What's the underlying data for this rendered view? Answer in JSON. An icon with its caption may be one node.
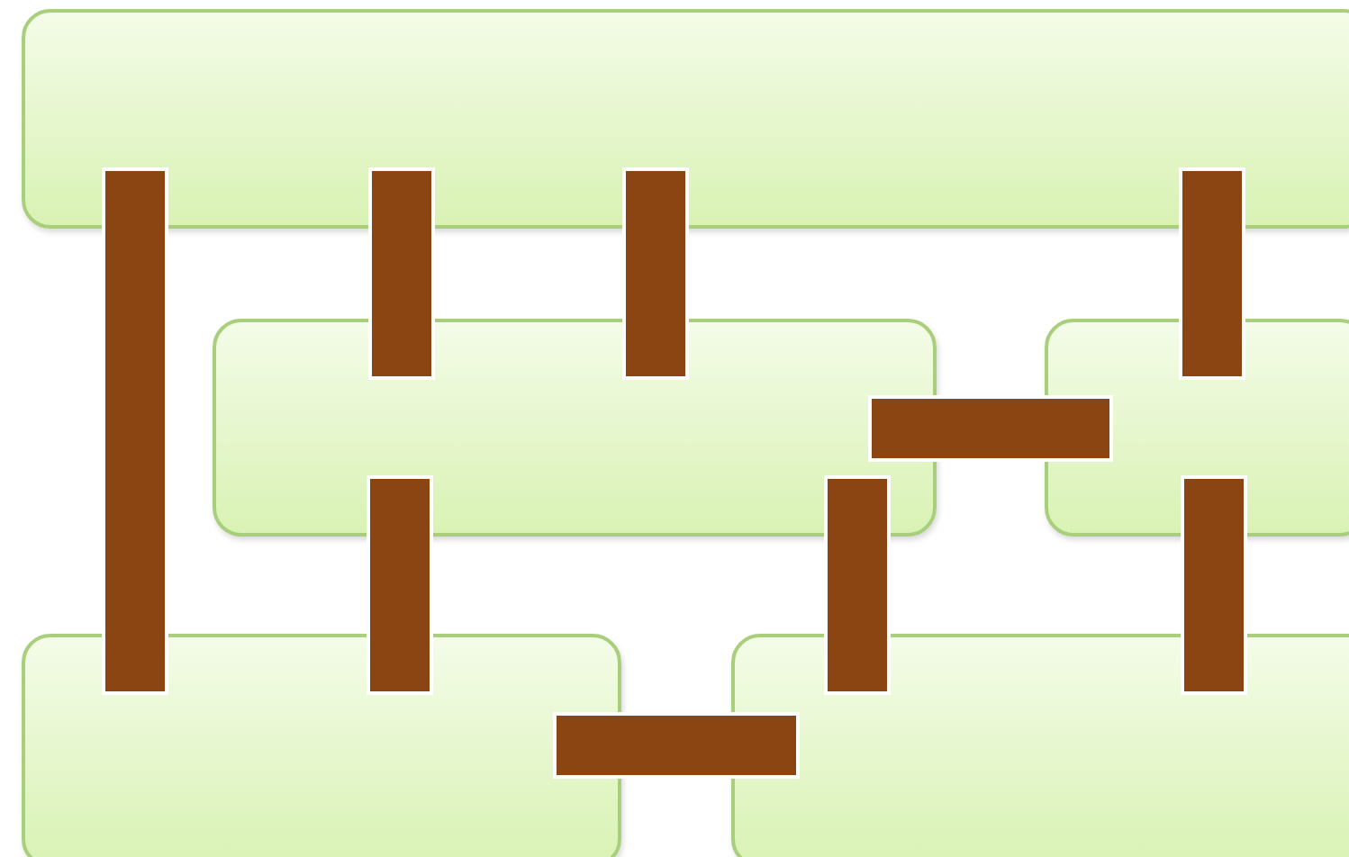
{
  "diagram": {
    "nodes": [
      {
        "text": [],
        "shape": "box"
      },
      {
        "text": [],
        "shape": "box"
      },
      {
        "text": [],
        "shape": "box"
      },
      {
        "text": [],
        "shape": "box"
      },
      {
        "text": [],
        "shape": "box"
      }
    ],
    "edges": [
      {
        "from": 0,
        "to": 3,
        "arrow": "none",
        "style": "thick",
        "color": "#8b4513"
      },
      {
        "from": 0,
        "to": 1,
        "arrow": "none",
        "style": "thick",
        "color": "#8b4513"
      },
      {
        "from": 0,
        "to": 1,
        "arrow": "none",
        "style": "thick",
        "color": "#8b4513"
      },
      {
        "from": 0,
        "to": 2,
        "arrow": "none",
        "style": "thick",
        "color": "#8b4513"
      },
      {
        "from": 1,
        "to": 2,
        "arrow": "none",
        "style": "thick",
        "color": "#8b4513"
      },
      {
        "from": 1,
        "to": 3,
        "arrow": "none",
        "style": "thick",
        "color": "#8b4513"
      },
      {
        "from": 1,
        "to": 4,
        "arrow": "none",
        "style": "thick",
        "color": "#8b4513"
      },
      {
        "from": 2,
        "to": 4,
        "arrow": "none",
        "style": "thick",
        "color": "#8b4513"
      },
      {
        "from": 3,
        "to": 4,
        "arrow": "none",
        "style": "thick",
        "color": "#8b4513"
      }
    ]
  }
}
